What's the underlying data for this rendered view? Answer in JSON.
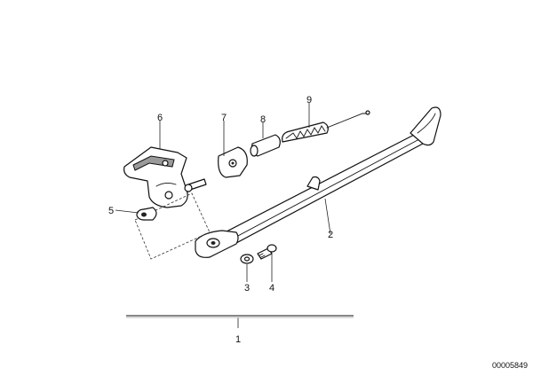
{
  "diagram": {
    "callouts": [
      "1",
      "2",
      "3",
      "4",
      "5",
      "6",
      "7",
      "8",
      "9"
    ],
    "reference_number": "00005849"
  },
  "colors": {
    "background": "#ffffff",
    "line": "#111111",
    "shading": "#9a9a9a"
  }
}
